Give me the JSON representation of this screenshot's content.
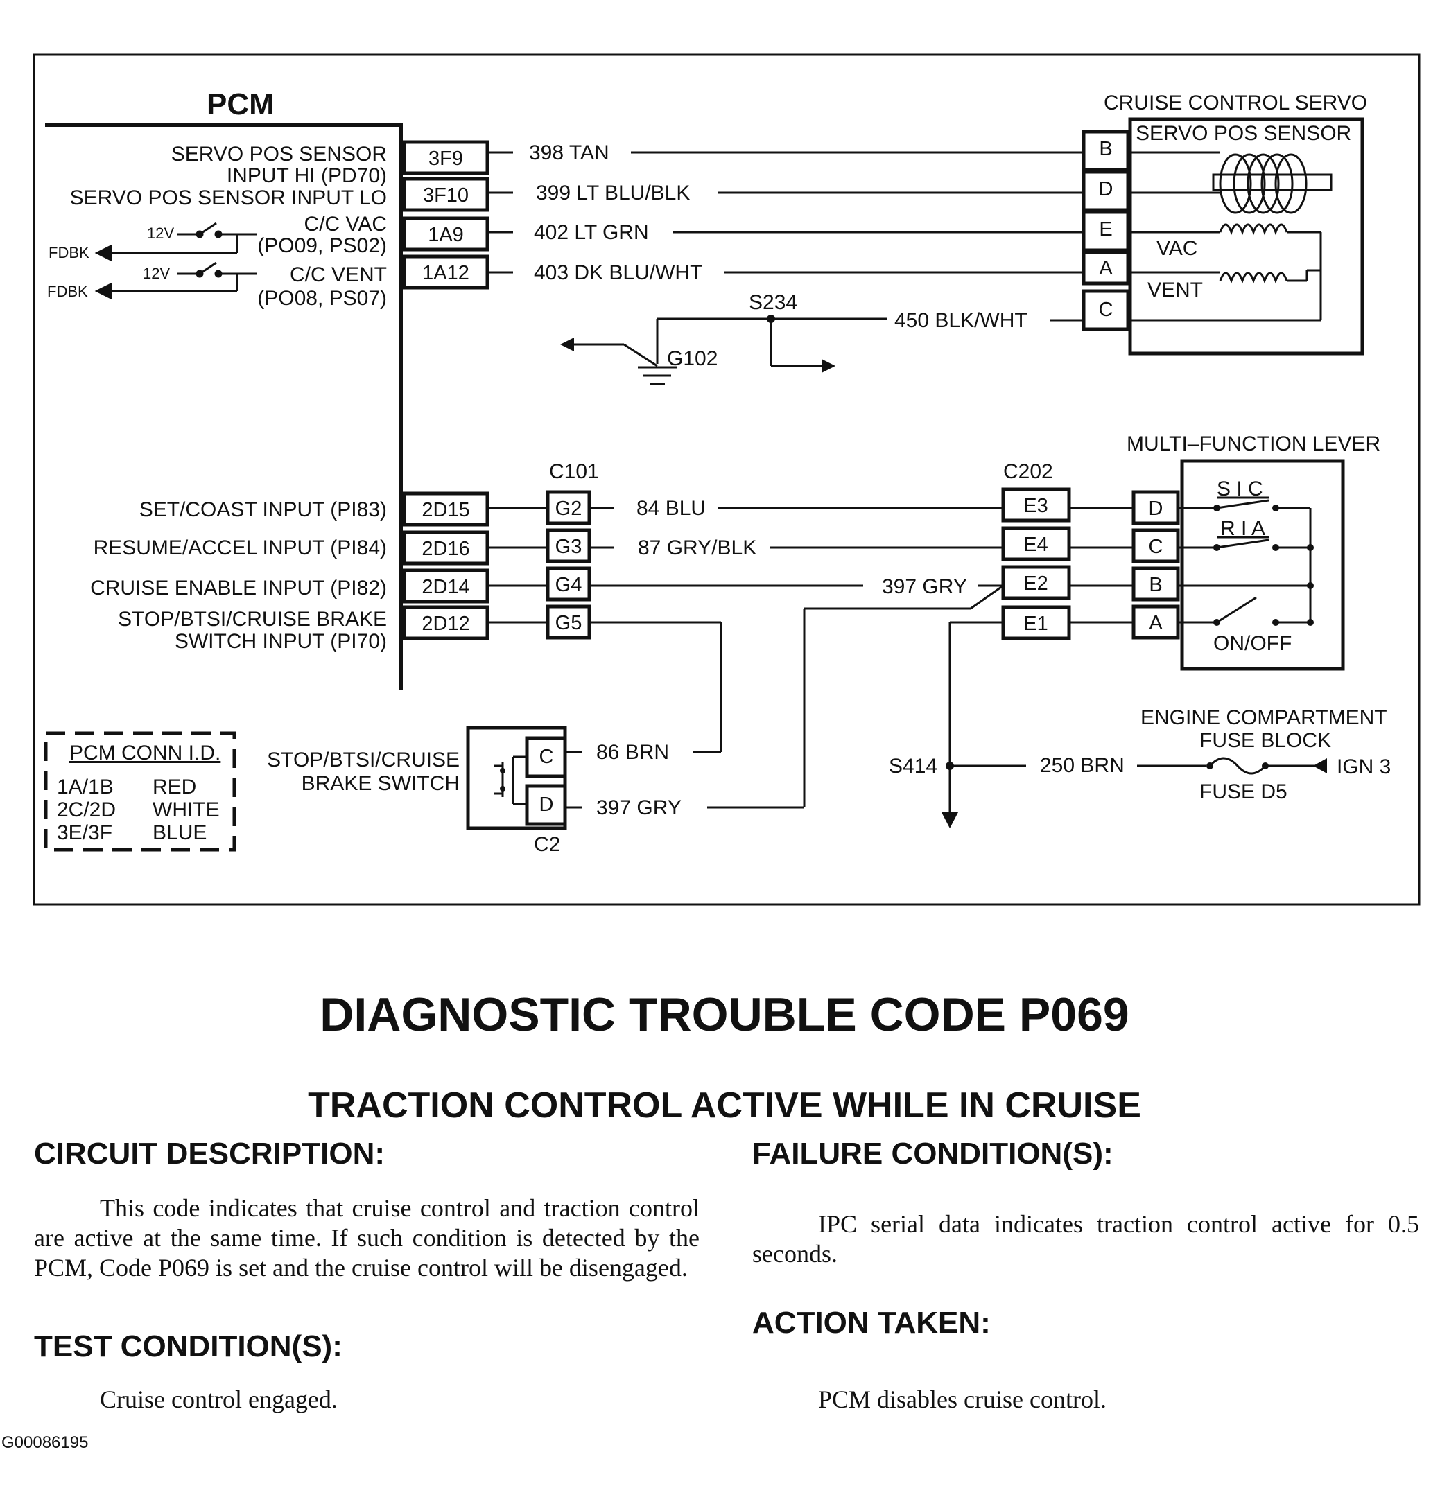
{
  "diagram": {
    "pcm_title": "PCM",
    "pcm_inputs": [
      {
        "label1": "SERVO POS SENSOR",
        "label2": "INPUT HI (PD70)",
        "pin": "3F9"
      },
      {
        "label1": "SERVO POS SENSOR INPUT LO",
        "pin": "3F10"
      },
      {
        "label1": "C/C VAC",
        "label2": "(PO09, PS02)",
        "pin": "1A9"
      },
      {
        "label1": "C/C VENT",
        "label2": "(PO08, PS07)",
        "pin": "1A12"
      }
    ],
    "pcm_switch_supply": "12V",
    "pcm_feedback": "FDBK",
    "servo_wires": [
      "398 TAN",
      "399 LT BLU/BLK",
      "402 LT GRN",
      "403 DK BLU/WHT"
    ],
    "servo": {
      "title": "CRUISE CONTROL SERVO",
      "sensor_label": "SERVO POS SENSOR",
      "pins": [
        "B",
        "D",
        "E",
        "A",
        "C"
      ],
      "vac_label": "VAC",
      "vent_label": "VENT"
    },
    "splice_s234": "S234",
    "wire_450": "450 BLK/WHT",
    "ground_g102": "G102",
    "lower_inputs": [
      {
        "label1": "SET/COAST INPUT (PI83)",
        "pin": "2D15",
        "c101": "G2",
        "wire": "84 BLU",
        "c202": "E3",
        "mfl": "D"
      },
      {
        "label1": "RESUME/ACCEL INPUT (PI84)",
        "pin": "2D16",
        "c101": "G3",
        "wire": "87 GRY/BLK",
        "c202": "E4",
        "mfl": "C"
      },
      {
        "label1": "CRUISE ENABLE INPUT (PI82)",
        "pin": "2D14",
        "c101": "G4",
        "wire": "397 GRY",
        "c202": "E2",
        "mfl": "B"
      },
      {
        "label1": "STOP/BTSI/CRUISE BRAKE",
        "label2": "SWITCH INPUT (PI70)",
        "pin": "2D12",
        "c101": "G5",
        "c202": "E1",
        "mfl": "A"
      }
    ],
    "c101_label": "C101",
    "c202_label": "C202",
    "mfl": {
      "title": "MULTI–FUNCTION LEVER",
      "sc": "S I C",
      "ra": "R I A",
      "onoff": "ON/OFF"
    },
    "conn_id": {
      "title": "PCM CONN I.D.",
      "rows": [
        {
          "conn": "1A/1B",
          "color": "RED"
        },
        {
          "conn": "2C/2D",
          "color": "WHITE"
        },
        {
          "conn": "3E/3F",
          "color": "BLUE"
        }
      ]
    },
    "brake_switch": {
      "label1": "STOP/BTSI/CRUISE",
      "label2": "BRAKE  SWITCH",
      "pin_c": "C",
      "pin_d": "D",
      "conn": "C2",
      "wire_c": "86 BRN",
      "wire_d": "397 GRY"
    },
    "splice_s414": "S414",
    "wire_250": "250 BRN",
    "fuse_block": {
      "line1": "ENGINE COMPARTMENT",
      "line2": "FUSE BLOCK",
      "fuse": "FUSE D5",
      "ign": "IGN 3"
    }
  },
  "document": {
    "title": "DIAGNOSTIC TROUBLE CODE P069",
    "subtitle": "TRACTION CONTROL ACTIVE WHILE IN CRUISE",
    "circuit_description_heading": "CIRCUIT DESCRIPTION:",
    "circuit_description": "This code indicates that cruise control and traction control are active at the same time. If such condition is detected by the PCM, Code P069 is set and the cruise control will be disengaged.",
    "test_conditions_heading": "TEST CONDITION(S):",
    "test_conditions": "Cruise control engaged.",
    "failure_conditions_heading": "FAILURE CONDITION(S):",
    "failure_conditions": "IPC serial data indicates traction control active for 0.5 seconds.",
    "action_taken_heading": "ACTION TAKEN:",
    "action_taken": "PCM disables cruise control.",
    "figure_id": "G00086195"
  }
}
